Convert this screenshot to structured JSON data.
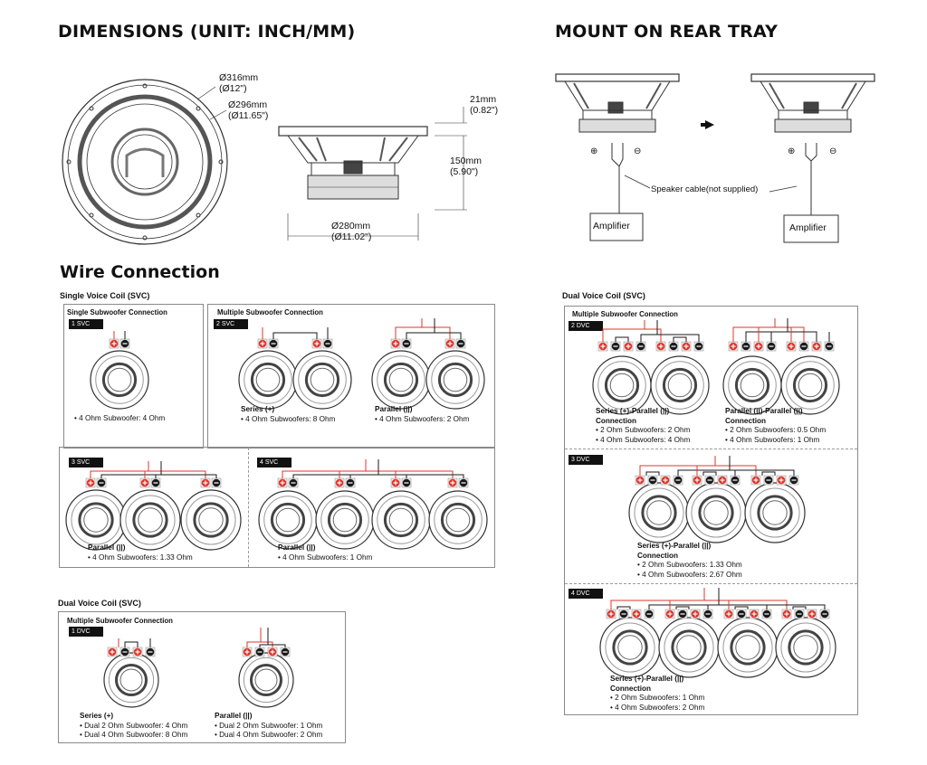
{
  "dimensions": {
    "title": "DIMENSIONS (UNIT: INCH/MM)",
    "outer_mm": "Ø316mm",
    "outer_in": "(Ø12\")",
    "inner_mm": "Ø296mm",
    "inner_in": "(Ø11.65\")",
    "top_mm": "21mm",
    "top_in": "(0.82\")",
    "depth_mm": "150mm",
    "depth_in": "(5.90\")",
    "mount_mm": "Ø280mm",
    "mount_in": "(Ø11.02\")"
  },
  "mount": {
    "title": "MOUNT ON REAR TRAY",
    "cable_label": "Speaker cable(not supplied)",
    "amp_label_left": "Amplifier",
    "amp_label_right": "Amplifier",
    "plus_symbol": "⊕",
    "minus_symbol": "⊖"
  },
  "wire": {
    "title": "Wire Connection",
    "svc_heading": "Single Voice Coil (SVC)",
    "svc_single_title": "Single Subwoofer Connection",
    "svc_multi_title": "Multiple Subwoofer Connection",
    "tag_1svc": "1 SVC",
    "tag_2svc": "2 SVC",
    "tag_3svc": "3 SVC",
    "tag_4svc": "4 SVC",
    "svc1_body": "• 4 Ohm Subwoofer: 4 Ohm",
    "svc2_series_title": "Series (+)",
    "svc2_series_body": "• 4 Ohm Subwoofers: 8 Ohm",
    "svc2_parallel_title": "Parallel (||)",
    "svc2_parallel_body": "• 4 Ohm Subwoofers: 2 Ohm",
    "svc3_title": "Parallel (||)",
    "svc3_body": "• 4 Ohm Subwoofers: 1.33 Ohm",
    "svc4_title": "Parallel (||)",
    "svc4_body": "• 4 Ohm Subwoofers: 1 Ohm",
    "dvc_heading_left": "Dual Voice Coil (SVC)",
    "dvc_left_multi_title": "Multiple Subwoofer Connection",
    "tag_1dvc": "1 DVC",
    "dvc1_series_title": "Series (+)",
    "dvc1_series_b1": "• Dual 2 Ohm Subwoofer: 4 Ohm",
    "dvc1_series_b2": "• Dual 4 Ohm Subwoofer: 8 Ohm",
    "dvc1_parallel_title": "Parallel (||)",
    "dvc1_parallel_b1": "• Dual 2 Ohm Subwoofer: 1 Ohm",
    "dvc1_parallel_b2": "• Dual 4 Ohm Subwoofer: 2 Ohm",
    "dvc_heading_right": "Dual Voice Coil (SVC)",
    "dvc_right_multi_title": "Multiple Subwoofer Connection",
    "tag_2dvc": "2 DVC",
    "dvc2a_t1": "Series (+)-Parallel (||)",
    "dvc2a_t2": "Connection",
    "dvc2a_b1": "• 2 Ohm Subwoofers: 2 Ohm",
    "dvc2a_b2": "• 4 Ohm Subwoofers: 4 Ohm",
    "dvc2b_t1": "Parallel (||)-Parallel (||)",
    "dvc2b_t2": "Connection",
    "dvc2b_b1": "• 2 Ohm Subwoofers: 0.5 Ohm",
    "dvc2b_b2": "• 4 Ohm Subwoofers: 1 Ohm",
    "tag_3dvc": "3 DVC",
    "dvc3_t1": "Series (+)-Parallel (||)",
    "dvc3_t2": "Connection",
    "dvc3_b1": "• 2 Ohm Subwoofers: 1.33 Ohm",
    "dvc3_b2": "• 4 Ohm Subwoofers: 2.67 Ohm",
    "tag_4dvc": "4 DVC",
    "dvc4_t1": "Series (+)-Parallel (||)",
    "dvc4_t2": "Connection",
    "dvc4_b1": "• 2 Ohm Subwoofers: 1 Ohm",
    "dvc4_b2": "• 4 Ohm Subwoofers: 2 Ohm"
  },
  "colors": {
    "wire_red": "#e0362c",
    "terminal_black": "#1a1a1a",
    "frame": "#8a8a8a"
  },
  "icons": {
    "terminal_plus": "plus-terminal-icon",
    "terminal_minus": "minus-terminal-icon",
    "arrow": "arrow-right-icon"
  }
}
